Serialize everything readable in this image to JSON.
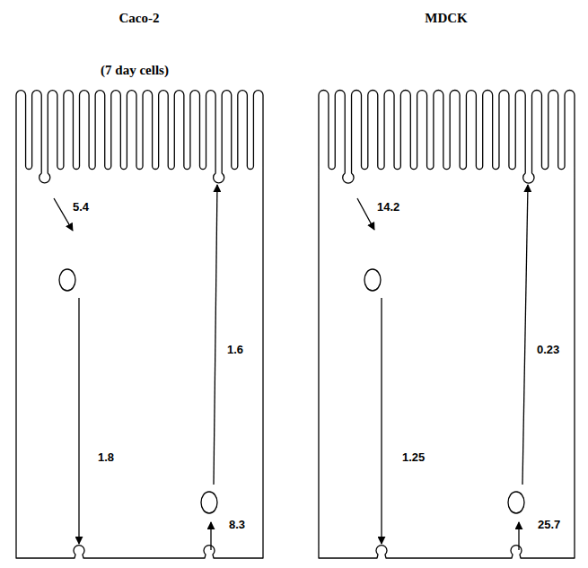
{
  "diagram": {
    "nodes": [
      {
        "text": [
          "Caco-2",
          "(7 day cells)"
        ]
      },
      {
        "text": [
          "MDCK"
        ]
      }
    ],
    "labels": [
      "5.4",
      "1.8",
      "1.6",
      "8.3",
      "14.2",
      "1.25",
      "0.23",
      "25.7"
    ]
  }
}
